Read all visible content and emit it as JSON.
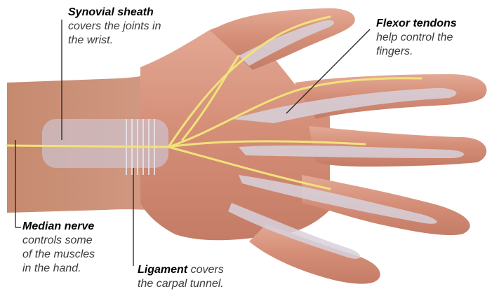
{
  "labels": {
    "synovial": {
      "title": "Synovial sheath",
      "line1": "covers the joints in",
      "line2": "the wrist."
    },
    "flexor": {
      "title": "Flexor tendons",
      "line1": "help control the",
      "line2": "fingers."
    },
    "median": {
      "title": "Median nerve",
      "line1": "controls some",
      "line2": "of the muscles",
      "line3": "in the hand."
    },
    "ligament": {
      "title": "Ligament",
      "rest": " covers",
      "line2": "the carpal tunnel."
    }
  },
  "colors": {
    "skin": "#d99880",
    "skin_dark": "#b86e5a",
    "tendon": "#d8d2dc",
    "nerve": "#f2e27a",
    "text": "#3a3a3a",
    "leader": "#222222"
  }
}
